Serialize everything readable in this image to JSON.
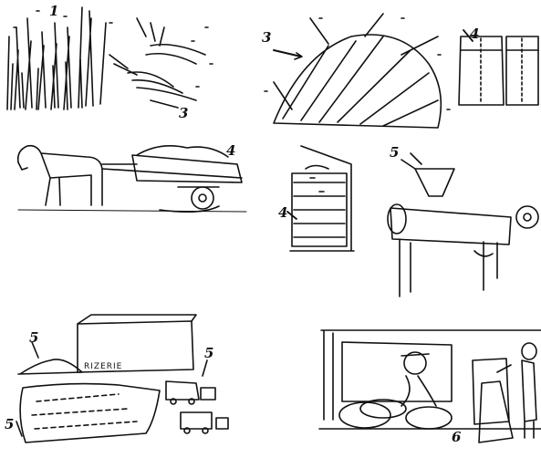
{
  "labels": {
    "scene1_top": "1",
    "scene1_bottom": "3",
    "scene2": "3",
    "scene3": "4",
    "scene4_cart": "4",
    "scene5_store": "4",
    "scene6_mill": "5",
    "scene7_hill": "5",
    "scene7_truck": "5",
    "scene7_slab": "5",
    "scene8": "6"
  },
  "sign": "RIZERIE"
}
